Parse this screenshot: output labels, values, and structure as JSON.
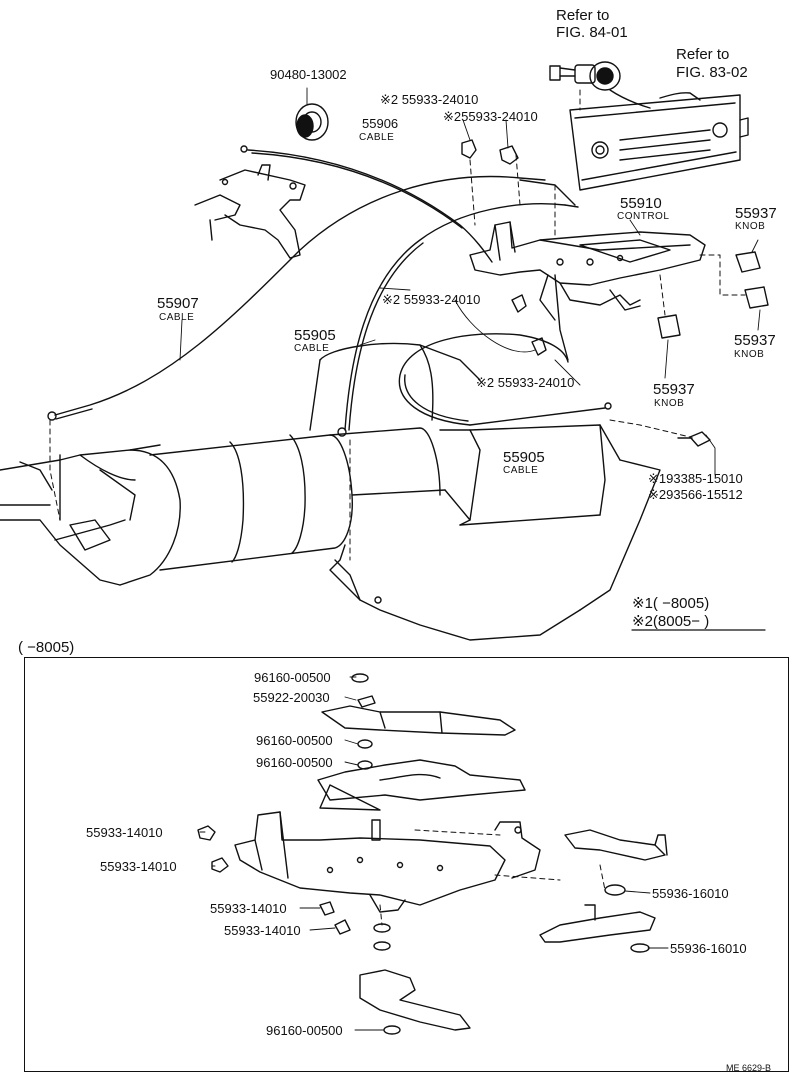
{
  "refs": {
    "fig84": {
      "line1": "Refer to",
      "line2": "FIG. 84-01"
    },
    "fig83": {
      "line1": "Refer to",
      "line2": "FIG. 83-02"
    }
  },
  "upper_labels": {
    "p9048013002": "90480-13002",
    "p55933_a": "※2 55933-24010",
    "p55933_b": "※255933-24010",
    "p55906": "55906",
    "p55906_sub": "CABLE",
    "p55910": "55910",
    "p55910_sub": "CONTROL",
    "p55937_a": "55937",
    "p55937_a_sub": "KNOB",
    "p55937_b": "55937",
    "p55937_b_sub": "KNOB",
    "p55937_c": "55937",
    "p55937_c_sub": "KNOB",
    "p55907": "55907",
    "p55907_sub": "CABLE",
    "p55905_a": "55905",
    "p55905_a_sub": "CABLE",
    "p55933_c": "※2 55933-24010",
    "p55933_d": "※2 55933-24010",
    "p55905_b": "55905",
    "p55905_b_sub": "CABLE",
    "p193385": "※193385-15010",
    "p293566": "※293566-15512"
  },
  "notes": {
    "n1": "※1(      −8005)",
    "n2": "※2(8005−       )"
  },
  "inset": {
    "title": "(      −8005)",
    "labels": {
      "a": "96160-00500",
      "b": "55922-20030",
      "c": "96160-00500",
      "d": "96160-00500",
      "e": "55933-14010",
      "f": "55933-14010",
      "g": "55933-14010",
      "h": "55933-14010",
      "i": "55936-16010",
      "j": "55936-16010",
      "k": "96160-00500"
    }
  },
  "footer": "ME 6629-B"
}
